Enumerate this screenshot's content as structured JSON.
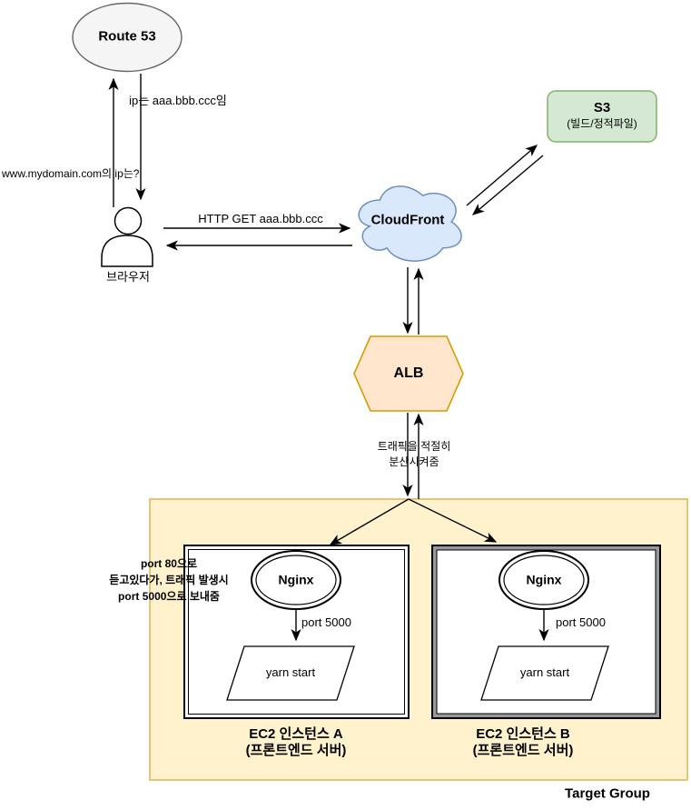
{
  "colors": {
    "route53_fill": "#f5f5f5",
    "route53_stroke": "#666666",
    "s3_fill": "#d5e8d4",
    "s3_stroke": "#82b366",
    "cloudfront_fill": "#dae8fc",
    "cloudfront_stroke": "#6c8ebf",
    "alb_fill": "#ffe6cc",
    "alb_stroke": "#d79b00",
    "target_group_fill": "#fff2cc",
    "target_group_stroke": "#d6b656",
    "shape_fill": "#ffffff",
    "shape_stroke": "#000000",
    "ec2b_border_fill": "#999999",
    "arrow": "#000000",
    "text": "#000000"
  },
  "nodes": {
    "route53": {
      "label": "Route 53"
    },
    "browser": {
      "label": "브라우저"
    },
    "cloudfront": {
      "label": "CloudFront"
    },
    "s3": {
      "label": "S3",
      "sublabel": "(빌드/정적파일)"
    },
    "alb": {
      "label": "ALB"
    },
    "target_group": {
      "label": "Target Group"
    },
    "ec2_a": {
      "label": "EC2 인스턴스 A",
      "sublabel": "(프론트엔드 서버)",
      "nginx_label": "Nginx",
      "port_label": "port 5000",
      "process_label": "yarn start"
    },
    "ec2_b": {
      "label": "EC2 인스턴스 B",
      "sublabel": "(프론트엔드 서버)",
      "nginx_label": "Nginx",
      "port_label": "port 5000",
      "process_label": "yarn start"
    }
  },
  "edges": {
    "dns_query_label": "www.mydomain.com의 ip는?",
    "dns_answer_label": "ip는 aaa.bbb.ccc임",
    "http_get_label": "HTTP GET aaa.bbb.ccc",
    "alb_note": {
      "line1": "트래픽을 적절히",
      "line2": "분산시켜줌"
    },
    "nginx_note": {
      "line1": "port 80으로",
      "line2": "듣고있다가, 트래픽 발생시",
      "line3": "port 5000으로 보내줌"
    }
  }
}
